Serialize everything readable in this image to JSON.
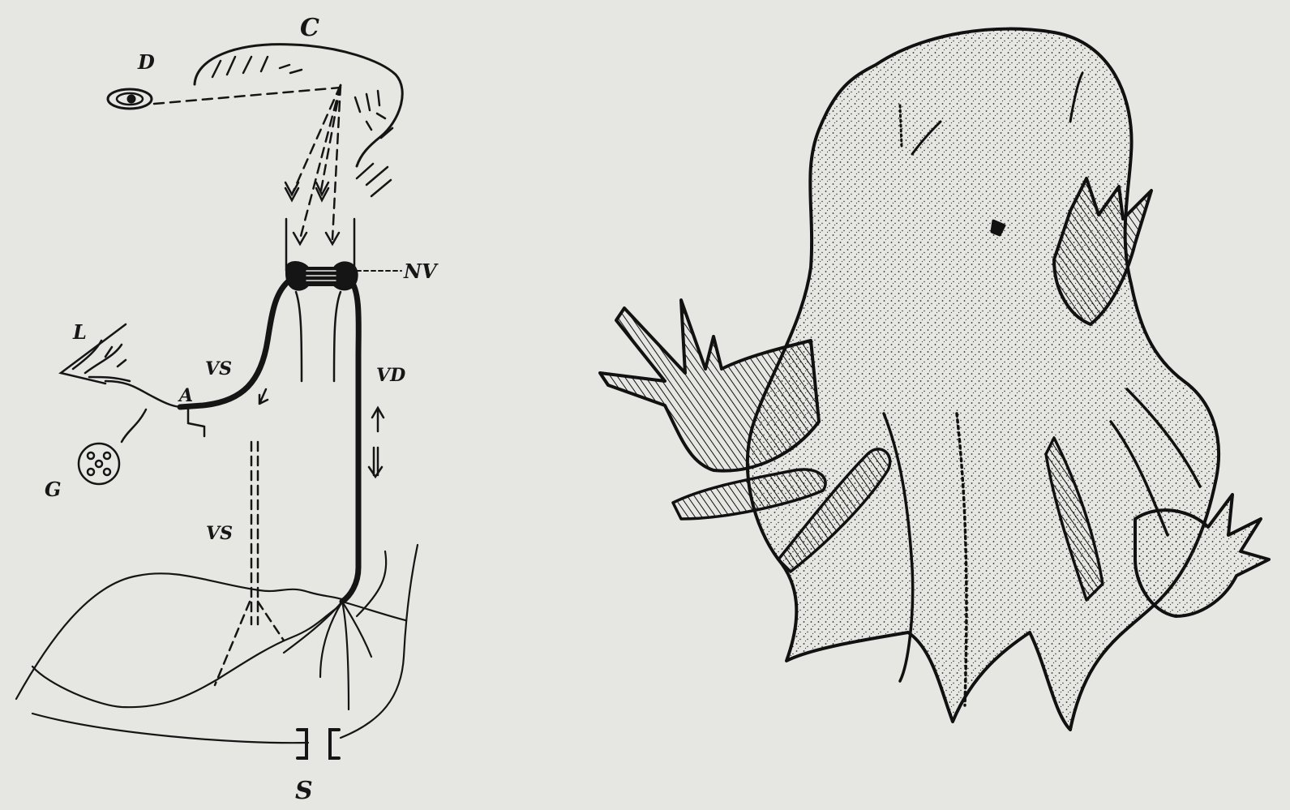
{
  "figure": {
    "panel_left": {
      "labels": {
        "C": "C",
        "D": "D",
        "NV": "NV",
        "L": "L",
        "A": "A",
        "VS_upper": "VS",
        "VD": "VD",
        "G": "G",
        "VS_lower": "VS",
        "S": "S"
      }
    }
  }
}
